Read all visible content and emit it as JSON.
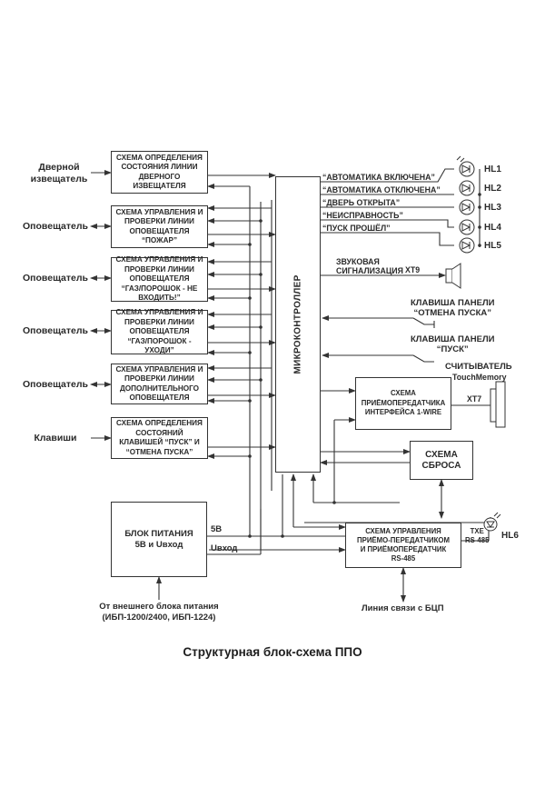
{
  "caption": "Структурная блок-схема ППО",
  "microcontroller": "МИКРОКОНТРОЛЛЕР",
  "left_blocks": [
    {
      "text": "СХЕМА ОПРЕДЕЛЕНИЯ\nСОСТОЯНИЯ ЛИНИИ\nДВЕРНОГО\nИЗВЕЩАТЕЛЯ",
      "external": "Дверной\nизвещатель",
      "connection": "input"
    },
    {
      "text": "СХЕМА УПРАВЛЕНИЯ И\nПРОВЕРКИ ЛИНИИ\nОПОВЕЩАТЕЛЯ\n“ПОЖАР”",
      "external": "Оповещатель",
      "connection": "bidirectional"
    },
    {
      "text": "СХЕМА УПРАВЛЕНИЯ И\nПРОВЕРКИ ЛИНИИ\nОПОВЕЩАТЕЛЯ\n“ГАЗ/ПОРОШОК - НЕ\nВХОДИТЬ!”",
      "external": "Оповещатель",
      "connection": "bidirectional"
    },
    {
      "text": "СХЕМА УПРАВЛЕНИЯ И\nПРОВЕРКИ ЛИНИИ\nОПОВЕЩАТЕЛЯ\n“ГАЗ/ПОРОШОК -\nУХОДИ”",
      "external": "Оповещатель",
      "connection": "bidirectional"
    },
    {
      "text": "СХЕМА УПРАВЛЕНИЯ И\nПРОВЕРКИ ЛИНИИ\nДОПОЛНИТЕЛЬНОГО\nОПОВЕЩАТЕЛЯ",
      "external": "Оповещатель",
      "connection": "bidirectional"
    },
    {
      "text": "СХЕМА ОПРЕДЕЛЕНИЯ\nСОСТОЯНИЙ\nКЛАВИШЕЙ “ПУСК” И\n“ОТМЕНА ПУСКА”",
      "external": "Клавиши",
      "connection": "input"
    }
  ],
  "power": {
    "block": "БЛОК ПИТАНИЯ\n5В и Uвход",
    "out_5v": "5В",
    "out_uin": "Uвход",
    "source": "От внешнего блока питания\n(ИБП-1200/2400, ИБП-1224)"
  },
  "indicators": [
    {
      "signal": "“АВТОМАТИКА ВКЛЮЧЕНА”",
      "id": "HL1"
    },
    {
      "signal": "“АВТОМАТИКА ОТКЛЮЧЕНА”",
      "id": "HL2"
    },
    {
      "signal": "“ДВЕРЬ ОТКРЫТА”",
      "id": "HL3"
    },
    {
      "signal": "“НЕИСПРАВНОСТЬ”",
      "id": "HL4"
    },
    {
      "signal": "“ПУСК ПРОШЁЛ”",
      "id": "HL5"
    }
  ],
  "sound": {
    "label": "ЗВУКОВАЯ\nСИГНАЛИЗАЦИЯ",
    "connector": "XT9"
  },
  "keys": [
    {
      "label": "КЛАВИША ПАНЕЛИ\n“ОТМЕНА ПУСКА”"
    },
    {
      "label": "КЛАВИША ПАНЕЛИ\n“ПУСК”"
    }
  ],
  "reader": {
    "label": "СЧИТЫВАТЕЛЬ",
    "sub": "TouchMemory",
    "connector": "XT7"
  },
  "onewire_block": "СХЕМА\nПРИЁМОПЕРЕДАТЧИКА\nИНТЕРФЕЙСА 1-WIRE",
  "reset_block": "СХЕМА\nСБРОСА",
  "rs485_block": "СХЕМА УПРАВЛЕНИЯ\nПРИЁМО-ПЕРЕДАТЧИКОМ\nИ ПРИЁМОПЕРЕДАТЧИК\nRS-485",
  "txe": {
    "label": "TXE\nRS-485",
    "led": "HL6"
  },
  "bus_link": "Линия связи с БЦП",
  "colors": {
    "line": "#333333",
    "background": "#ffffff",
    "text": "#2a2a2a"
  }
}
